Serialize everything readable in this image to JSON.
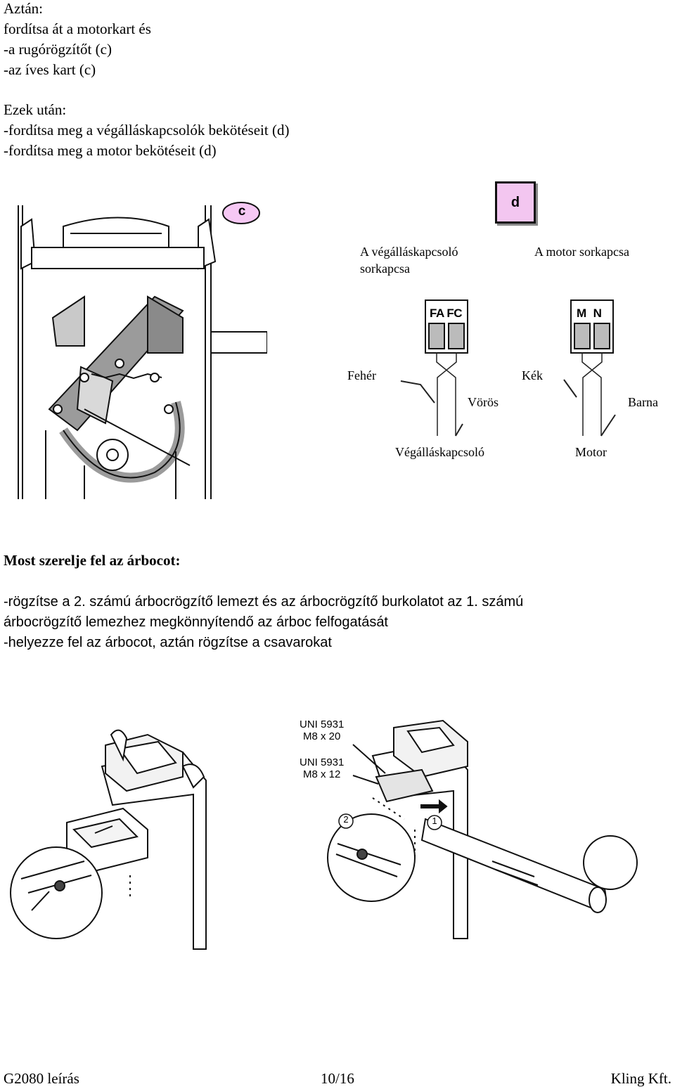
{
  "intro": {
    "lines": [
      "Aztán:",
      "fordítsa át a motorkart és",
      "-a rugórögzítőt (c)",
      "-az íves kart (c)"
    ]
  },
  "then": {
    "lines": [
      "Ezek után:",
      "-fordítsa meg a végálláskapcsolók bekötéseit (d)",
      "-fordítsa meg a motor bekötéseit (d)"
    ]
  },
  "figure_c": {
    "badge": "c"
  },
  "figure_d": {
    "badge": "d",
    "limit_terminal_title_1": "A végálláskapcsoló",
    "limit_terminal_title_2": "sorkapcsa",
    "motor_terminal_title": "A motor sorkapcsa",
    "limit_block_label": "FA FC",
    "motor_block_label": "M  N",
    "wire_white": "Fehér",
    "wire_red": "Vörös",
    "wire_blue": "Kék",
    "wire_brown": "Barna",
    "limit_switch_label": "Végálláskapcsoló",
    "motor_label": "Motor"
  },
  "mast": {
    "heading": "Most szerelje fel az árbocot:",
    "lines": [
      "-rögzítse a 2. számú árbocrögzítő lemezt és az árbocrögzítő burkolatot az 1. számú",
      "árbocrögzítő lemezhez megkönnyítendő az árboc felfogatását",
      "-helyezze fel az árbocot, aztán rögzítse a csavarokat"
    ]
  },
  "mount_figure": {
    "screw_1_std": "UNI 5931",
    "screw_1_size": "M8 x 20",
    "screw_2_std": "UNI 5931",
    "screw_2_size": "M8 x 12",
    "callout_1": "1",
    "callout_2": "2"
  },
  "footer": {
    "left": "G2080 leírás",
    "center": "10/16",
    "right": "Kling Kft."
  }
}
